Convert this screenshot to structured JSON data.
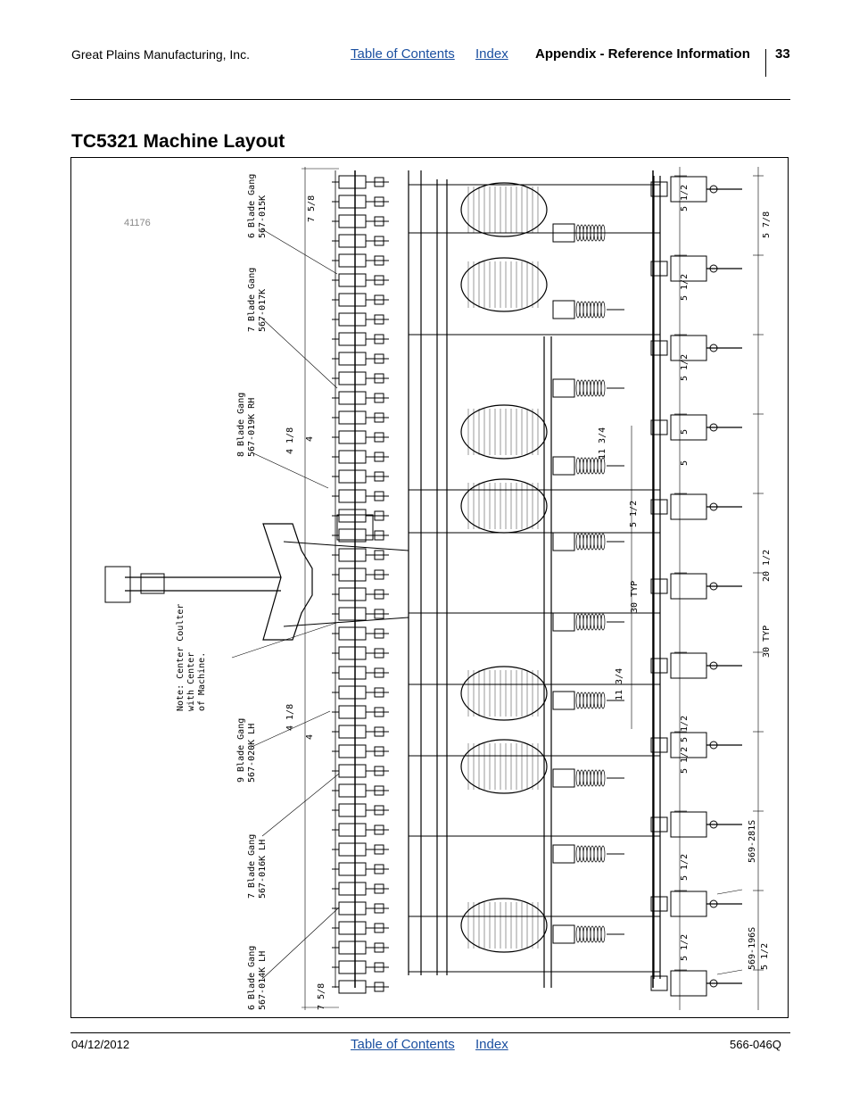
{
  "header": {
    "company": "Great Plains Manufacturing, Inc.",
    "toc_link": "Table of Contents",
    "index_link": "Index",
    "section": "Appendix - Reference Information",
    "page_number": "33"
  },
  "page_title": "TC5321 Machine Layout",
  "figure": {
    "figure_number": "41176",
    "gang_labels": [
      [
        "6 Blade Gang",
        "567-015K"
      ],
      [
        "7 Blade Gang",
        "567-017K"
      ],
      [
        "8 Blade Gang",
        "567-019K RH"
      ],
      [
        "Note: Center Coulter",
        "with Center",
        "of Machine."
      ],
      [
        "9 Blade Gang",
        "567-020K LH"
      ],
      [
        "7 Blade Gang",
        "567-016K LH"
      ],
      [
        "6 Blade Gang",
        "567-014K LH"
      ]
    ],
    "left_dims": [
      "7 5/8",
      "4 1/8",
      "4",
      "4 1/8",
      "4",
      "7 5/8"
    ],
    "mid_dims": [
      "11 3/4",
      "5 1/2",
      "30 TYP",
      "11 3/4"
    ],
    "right_dims": [
      "5 1/2",
      "5 1/2",
      "5 1/2",
      "5",
      "5",
      "5 1/2",
      "5 1/2",
      "5 1/2",
      "5 1/2"
    ],
    "far_right_dims": [
      "5 7/8",
      "20 1/2",
      "30 TYP"
    ],
    "part_labels": [
      "569-281S",
      "569-196S",
      "5 1/2"
    ]
  },
  "footer": {
    "date": "04/12/2012",
    "toc_link": "Table of Contents",
    "index_link": "Index",
    "doc_number": "566-046Q"
  }
}
